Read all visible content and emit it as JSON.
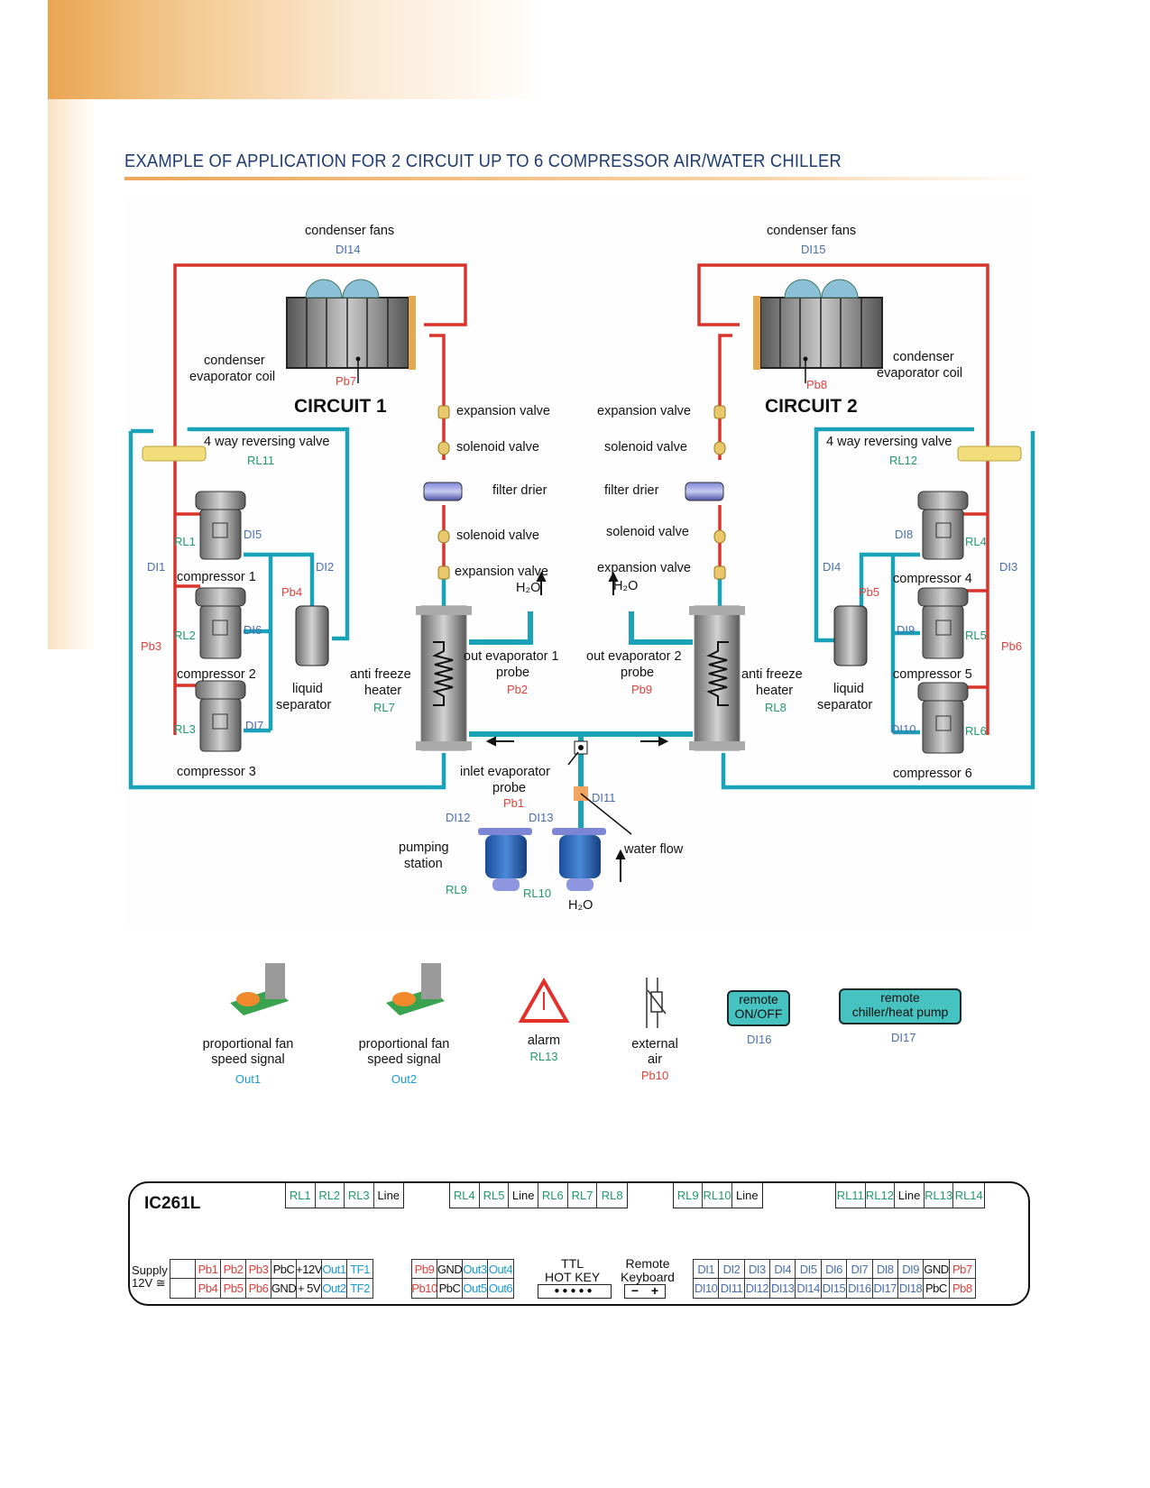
{
  "page": {
    "title": "EXAMPLE OF APPLICATION FOR 2 CIRCUIT UP TO 6 COMPRESSOR AIR/WATER CHILLER"
  },
  "colors": {
    "accent_orange": "#eaa552",
    "title_blue": "#1f3d73",
    "refrigerant_red": "#d9332c",
    "water_cyan": "#1aa3b8",
    "label_red": "#e0403a",
    "label_green": "#1f9a6a",
    "label_blue": "#4a6fb0",
    "label_cyan": "#1a9ad6"
  },
  "circuit1": {
    "name": "CIRCUIT 1",
    "condenser_fans": {
      "label": "condenser fans",
      "io": "DI14"
    },
    "coil": {
      "label_line1": "condenser",
      "label_line2": "evaporator coil",
      "probe": "Pb7"
    },
    "reversing_valve": {
      "label": "4 way reversing valve",
      "io": "RL11"
    },
    "expansion_valve_top": "expansion valve",
    "solenoid_valve_top": "solenoid valve",
    "filter_drier": "filter drier",
    "solenoid_valve_bottom": "solenoid valve",
    "expansion_valve_bottom": "expansion valve",
    "water_out": "H₂O",
    "compressors": [
      {
        "label": "compressor 1",
        "relay": "RL1",
        "di": "DI5"
      },
      {
        "label": "compressor 2",
        "relay": "RL2",
        "di": "DI6"
      },
      {
        "label": "compressor 3",
        "relay": "RL3",
        "di": "DI7"
      }
    ],
    "high_pressure_di": "DI1",
    "low_pressure_di": "DI2",
    "discharge_probe": "Pb3",
    "suction_probe": "Pb4",
    "liquid_separator": {
      "line1": "liquid",
      "line2": "separator"
    },
    "heater": {
      "line1": "anti freeze",
      "line2": "heater",
      "io": "RL7"
    },
    "out_probe": {
      "line1": "out evaporator 1",
      "line2": "probe",
      "io": "Pb2"
    }
  },
  "circuit2": {
    "name": "CIRCUIT 2",
    "condenser_fans": {
      "label": "condenser fans",
      "io": "DI15"
    },
    "coil": {
      "label_line1": "condenser",
      "label_line2": "evaporator coil",
      "probe": "Pb8"
    },
    "reversing_valve": {
      "label": "4 way reversing valve",
      "io": "RL12"
    },
    "expansion_valve_top": "expansion valve",
    "solenoid_valve_top": "solenoid valve",
    "filter_drier": "filter drier",
    "solenoid_valve_bottom": "solenoid valve",
    "expansion_valve_bottom": "expansion valve",
    "water_out": "H₂O",
    "compressors": [
      {
        "label": "compressor 4",
        "relay": "RL4",
        "di": "DI8"
      },
      {
        "label": "compressor 5",
        "relay": "RL5",
        "di": "DI9"
      },
      {
        "label": "compressor 6",
        "relay": "RL6",
        "di": "DI10"
      }
    ],
    "high_pressure_di": "DI3",
    "low_pressure_di": "DI4",
    "discharge_probe": "Pb6",
    "suction_probe": "Pb5",
    "liquid_separator": {
      "line1": "liquid",
      "line2": "separator"
    },
    "heater": {
      "line1": "anti freeze",
      "line2": "heater",
      "io": "RL8"
    },
    "out_probe": {
      "line1": "out evaporator 2",
      "line2": "probe",
      "io": "Pb9"
    }
  },
  "water_side": {
    "inlet_probe": {
      "line1": "inlet evaporator",
      "line2": "probe",
      "io": "Pb1"
    },
    "flow_switch": {
      "label": "water flow",
      "io": "DI11"
    },
    "pumping_station": {
      "line1": "pumping",
      "line2": "station"
    },
    "pump1": {
      "di": "DI12",
      "relay": "RL9"
    },
    "pump2": {
      "di": "DI13",
      "relay": "RL10"
    },
    "water_in": "H₂O"
  },
  "accessories": [
    {
      "icon": "fan-speed-board-icon",
      "line1": "proportional fan",
      "line2": "speed signal",
      "io": "Out1"
    },
    {
      "icon": "fan-speed-board-icon",
      "line1": "proportional fan",
      "line2": "speed signal",
      "io": "Out2"
    },
    {
      "icon": "alarm-triangle-icon",
      "line1": "alarm",
      "line2": "",
      "io": "RL13"
    },
    {
      "icon": "thermistor-icon",
      "line1": "external",
      "line2": "air",
      "io": "Pb10"
    },
    {
      "icon": "remote-button-icon",
      "line1": "remote",
      "line2": "ON/OFF",
      "io": "DI16"
    },
    {
      "icon": "remote-button-icon",
      "line1": "remote",
      "line2": "chiller/heat pump",
      "io": "DI17"
    }
  ],
  "controller": {
    "model": "IC261L",
    "relay_groups": [
      [
        "RL1",
        "RL2",
        "RL3",
        "Line"
      ],
      [
        "RL4",
        "RL5",
        "Line",
        "RL6",
        "RL7",
        "RL8"
      ],
      [
        "RL9",
        "RL10",
        "Line"
      ],
      [
        "RL11",
        "RL12",
        "Line",
        "RL13",
        "RL14"
      ]
    ],
    "supply": {
      "line1": "Supply",
      "line2": "12V ≅"
    },
    "analog_block": {
      "top": [
        "",
        "Pb1",
        "Pb2",
        "Pb3",
        "PbC",
        "+12V",
        "Out1",
        "TF1"
      ],
      "bottom": [
        "",
        "Pb4",
        "Pb5",
        "Pb6",
        "GND",
        "+ 5V",
        "Out2",
        "TF2"
      ]
    },
    "output_block": {
      "top": [
        "Pb9",
        "GND",
        "Out3",
        "Out4"
      ],
      "bottom": [
        "Pb10",
        "PbC",
        "Out5",
        "Out6"
      ]
    },
    "hot_key": {
      "line1": "TTL",
      "line2": "HOT KEY"
    },
    "remote_keyboard": {
      "line1": "Remote",
      "line2": "Keyboard",
      "minus": "−",
      "plus": "+"
    },
    "digital_block": {
      "top": [
        "DI1",
        "DI2",
        "DI3",
        "DI4",
        "DI5",
        "DI6",
        "DI7",
        "DI8",
        "DI9",
        "GND",
        "Pb7"
      ],
      "bottom": [
        "DI10",
        "DI11",
        "DI12",
        "DI13",
        "DI14",
        "DI15",
        "DI16",
        "DI17",
        "DI18",
        "PbC",
        "Pb8"
      ]
    }
  }
}
